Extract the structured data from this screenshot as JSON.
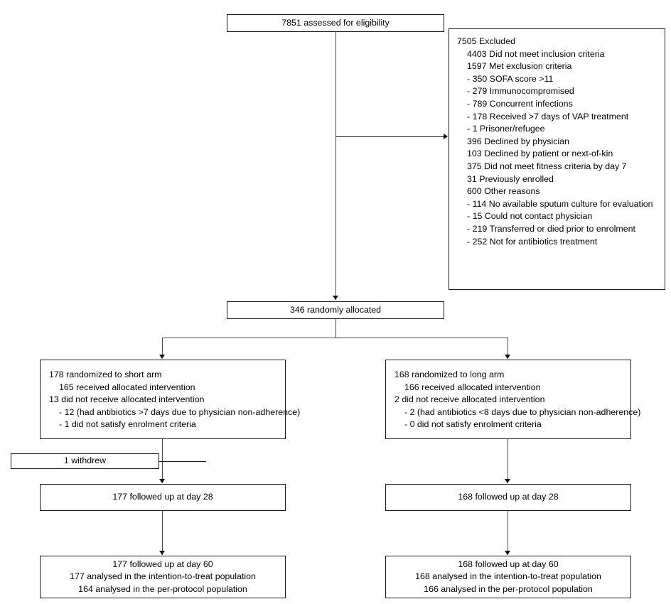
{
  "diagram": {
    "title": "CONSORT participant flow diagram",
    "type": "flowchart"
  },
  "enrollment": {
    "assessed": "7851 assessed for eligibility",
    "randomized": "346 randomly allocated"
  },
  "excluded": {
    "heading": "7505 Excluded",
    "items": [
      {
        "text": "4403 Did not meet inclusion criteria",
        "indent": 1
      },
      {
        "text": "1597 Met exclusion criteria",
        "indent": 1
      },
      {
        "text": "- 350 SOFA score >11",
        "indent": 1
      },
      {
        "text": "- 279 Immunocompromised",
        "indent": 1
      },
      {
        "text": "- 789 Concurrent infections",
        "indent": 1
      },
      {
        "text": "- 178 Received >7 days of VAP treatment",
        "indent": 1
      },
      {
        "text": "- 1 Prisoner/refugee",
        "indent": 1
      },
      {
        "text": "396 Declined by physician",
        "indent": 1
      },
      {
        "text": "103 Declined by patient or next-of-kin",
        "indent": 1
      },
      {
        "text": "375 Did not meet fitness criteria by day 7",
        "indent": 1
      },
      {
        "text": "31 Previously enrolled",
        "indent": 1
      },
      {
        "text": "600 Other reasons",
        "indent": 1
      },
      {
        "text": "- 114 No available sputum culture for evaluation",
        "indent": 1
      },
      {
        "text": "- 15 Could not contact physician",
        "indent": 1
      },
      {
        "text": "- 219 Transferred or died prior to enrolment",
        "indent": 1
      },
      {
        "text": "- 252 Not for antibiotics treatment",
        "indent": 1
      }
    ]
  },
  "short_arm": {
    "allocation": [
      "178 randomized to short arm",
      "165 received allocated intervention",
      "13 did not receive allocated intervention",
      " - 12 (had antibiotics >7 days due to physician non-adherence)",
      " - 1 did not satisfy enrolment criteria"
    ],
    "withdrew": "1 withdrew",
    "followup_28": "177 followed up at day 28",
    "final": [
      "177 followed up at day 60",
      "177 analysed in the intention-to-treat population",
      "164 analysed in the per-protocol population"
    ]
  },
  "long_arm": {
    "allocation": [
      "168 randomized to long arm",
      "166 received allocated intervention",
      "2 did not receive allocated intervention",
      " - 2 (had antibiotics <8 days due to physician non-adherence)",
      " - 0 did not satisfy enrolment criteria"
    ],
    "followup_28": "168 followed up at day 28",
    "final": [
      "168 followed up at day 60",
      "168 analysed in the intention-to-treat population",
      "166 analysed in the per-protocol population"
    ]
  },
  "colors": {
    "border": "#1a1a1a",
    "connector": "#4a4a4a",
    "background": "#ffffff"
  }
}
